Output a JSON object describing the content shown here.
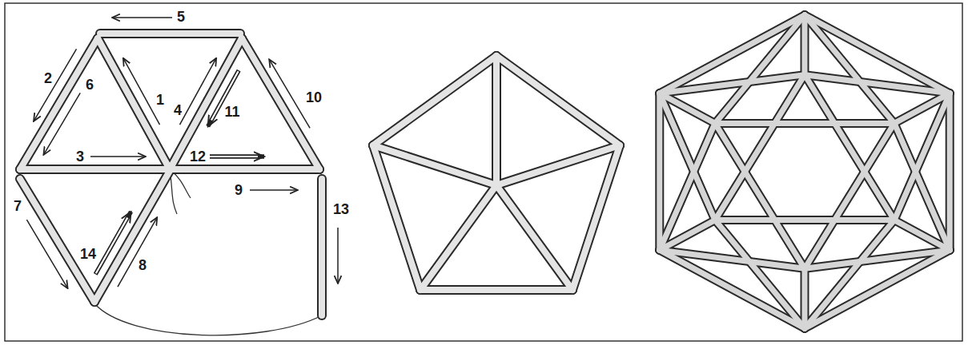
{
  "diagram": {
    "labels": [
      "5",
      "2",
      "6",
      "1",
      "4",
      "11",
      "10",
      "3",
      "12",
      "9",
      "7",
      "14",
      "8",
      "13"
    ]
  }
}
